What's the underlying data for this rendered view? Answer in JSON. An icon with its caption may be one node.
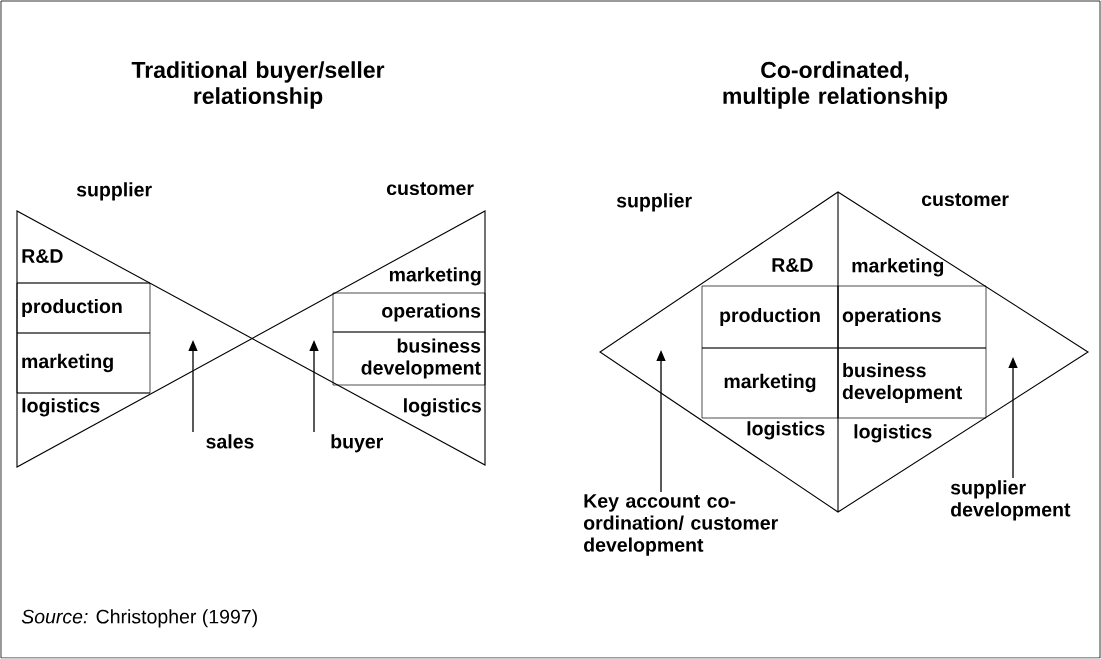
{
  "diagram": {
    "nodes": [
      {
        "text": [
          "production"
        ]
      },
      {
        "text": [
          "marketing"
        ]
      },
      {
        "text": [
          "operations"
        ]
      },
      {
        "text": [
          "business development"
        ]
      },
      {
        "text": [
          "sales"
        ]
      },
      {
        "text": [
          "buyer"
        ]
      },
      {
        "text": [
          "production"
        ]
      },
      {
        "text": [
          "operations"
        ]
      },
      {
        "text": [
          "marketing"
        ]
      },
      {
        "text": [
          "business development"
        ]
      },
      {
        "text": [
          "Key account co-ordination/ customer development"
        ]
      },
      {
        "text": [
          "supplier development"
        ]
      }
    ],
    "edges": [
      {
        "from": 4,
        "to": null,
        "arrow": "to"
      },
      {
        "from": 5,
        "to": null,
        "arrow": "to"
      },
      {
        "from": 10,
        "to": null,
        "arrow": "to"
      },
      {
        "from": 11,
        "to": null,
        "arrow": "to"
      }
    ],
    "labels": [
      "Traditional buyer/seller relationship",
      "Co-ordinated, multiple relationship",
      "supplier",
      "customer",
      "R&D",
      "marketing",
      "logistics",
      "logistics",
      "supplier",
      "customer",
      "R&D",
      "marketing",
      "logistics",
      "logistics"
    ],
    "caption": "*Source:* Christopher (1997)"
  }
}
